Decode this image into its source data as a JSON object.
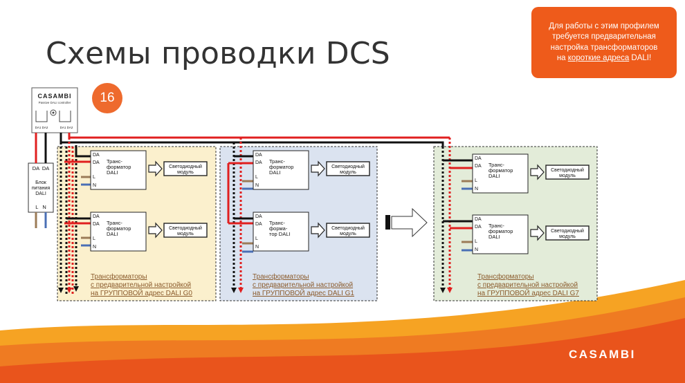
{
  "slide": {
    "title": "Схемы проводки DCS",
    "badge_number": "16",
    "footer_logo": "CASAMBI"
  },
  "note": {
    "line1": "Для работы с этим профилем",
    "line2": "требуется предварительная",
    "line3": "настройка трансформаторов",
    "line4_prefix": "на ",
    "line4_link": "короткие адреса",
    "line4_suffix": " DALI!"
  },
  "controller": {
    "brand": "CASAMBI",
    "subtitle": "Passive DALI controller",
    "ports_left": "DA1 DA2",
    "ports_right": "DA1 DA2"
  },
  "power_supply": {
    "top_label": "DA  DA",
    "line1": "Блок",
    "line2": "питания",
    "line3": "DALI",
    "bottom_label": "L   N"
  },
  "groups": [
    {
      "line1": "Трансформаторы",
      "line2": "с предварительной настройкой",
      "line3": "на ГРУППОВОЙ адрес DALI G0",
      "drivers": [
        {
          "t1": "Транс-",
          "t2": "форматор",
          "t3": "DALI",
          "module1": "Светодиодный",
          "module2": "модуль"
        },
        {
          "t1": "Транс-",
          "t2": "форматор",
          "t3": "DALI",
          "module1": "Светодиодный",
          "module2": "модуль"
        }
      ]
    },
    {
      "line1": "Трансформаторы",
      "line2": "с предварительной настройкой",
      "line3": "на ГРУППОВОЙ адрес DALI G1",
      "drivers": [
        {
          "t1": "Транс-",
          "t2": "форматор",
          "t3": "DALI",
          "module1": "Светодиодный",
          "module2": "модуль"
        },
        {
          "t1": "Транс-",
          "t2": "форма-",
          "t3": "тор DALI",
          "module1": "Светодиодный",
          "module2": "модуль"
        }
      ]
    },
    {
      "line1": "Трансформаторы",
      "line2": "с предварительной настройкой",
      "line3": "на ГРУППОВОЙ адрес DALI G7",
      "drivers": [
        {
          "t1": "Транс-",
          "t2": "форматор",
          "t3": "DALI",
          "module1": "Светодиодный",
          "module2": "модуль"
        },
        {
          "t1": "Транс-",
          "t2": "форматор",
          "t3": "DALI",
          "module1": "Светодиодный",
          "module2": "модуль"
        }
      ]
    }
  ],
  "terminal_labels": {
    "da": "DA",
    "l": "L",
    "n": "N"
  },
  "colors": {
    "accent": "#ee5b1b",
    "group0_fill": "#fbf0cd",
    "group1_fill": "#dbe3f0",
    "group7_fill": "#e3ecd9",
    "wire_red": "#e01f1f",
    "wire_black": "#111111",
    "wire_brown": "#9b7b57",
    "wire_blue": "#4a6fb5"
  }
}
